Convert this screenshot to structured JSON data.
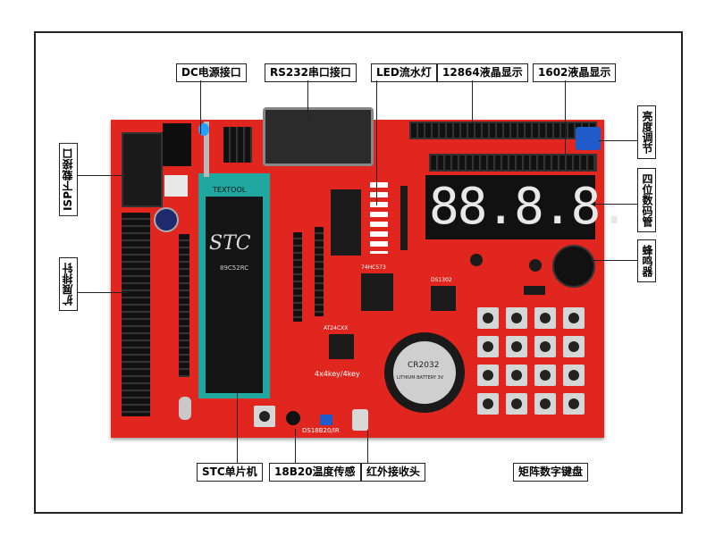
{
  "labels": {
    "dc": "DC电源接口",
    "rs232": "RS232串口接口",
    "led": "LED流水灯",
    "lcd12864": "12864液晶显示",
    "lcd1602": "1602液晶显示",
    "brightness": "亮度调节",
    "isp": "ISP下载接口",
    "seg4": "四位数码管",
    "pins": "扩展排针",
    "buzzer": "蜂鸣器",
    "stc": "STC单片机",
    "temp": "18B20温度传感",
    "ir": "红外接收头",
    "keypad": "矩阵数字键盘"
  },
  "board": {
    "chip_brand": "STC",
    "chip_model": "89C52RC",
    "zif_text": "TEXTOOL",
    "seg_digits": "88.8.8.",
    "battery_text": "CR2032",
    "battery_sub": "LITHIUM BATTERY 3V",
    "ic_74hc573": "74HC573",
    "ic_ds1302": "DS1302",
    "ic_at24": "AT24CXX",
    "keypad_label": "4x4key/4key",
    "ds18b20": "DS18B20/IR"
  },
  "colors": {
    "board": "#e0261e",
    "header": "#1a1a1a"
  }
}
